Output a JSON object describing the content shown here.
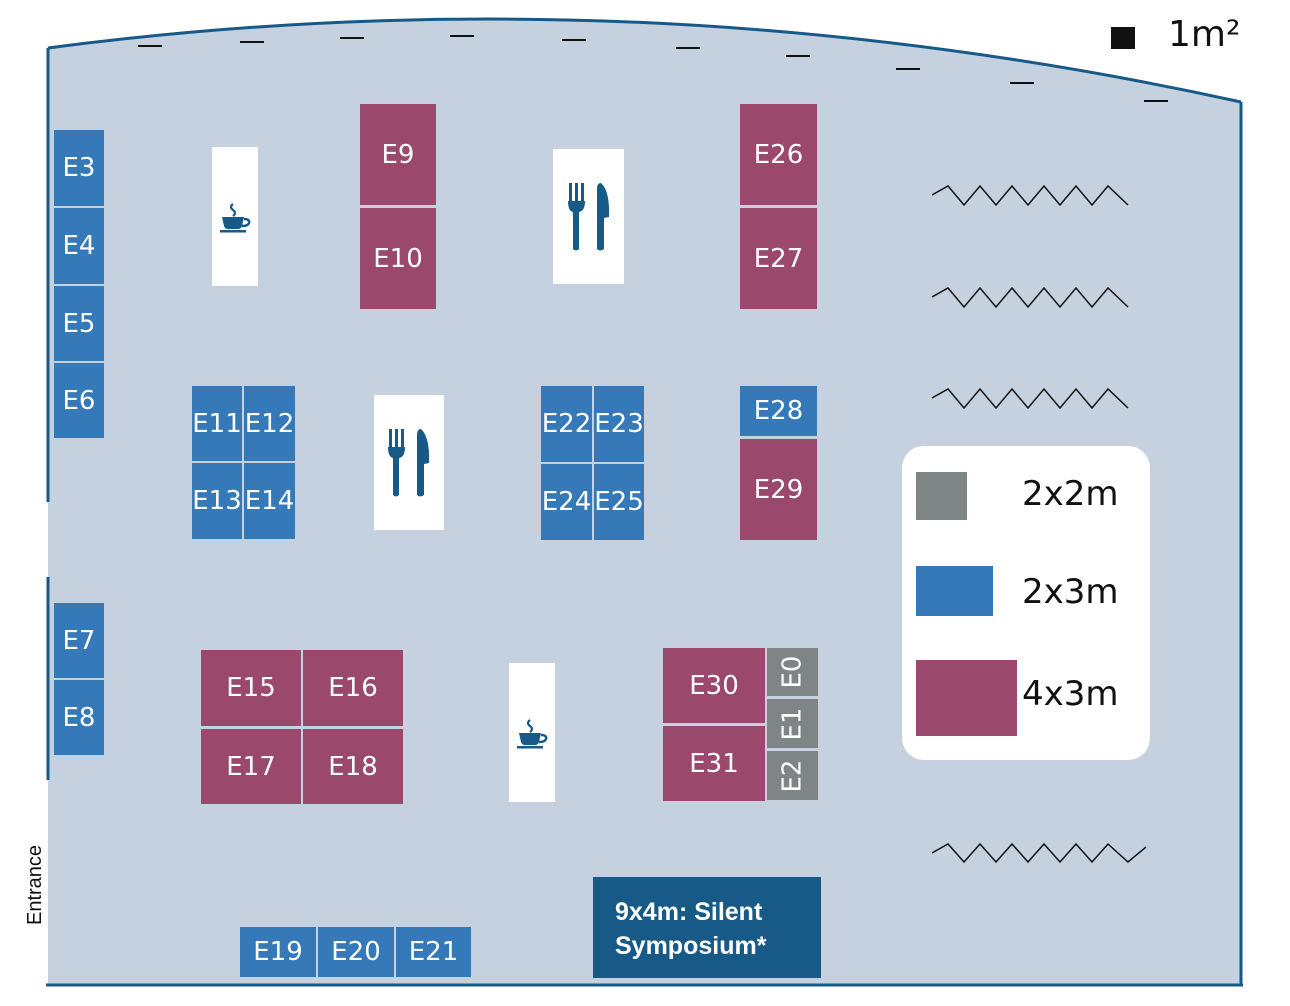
{
  "scale": {
    "label": "1m²"
  },
  "entrance_label": "Entrance",
  "legend": {
    "items": [
      {
        "label": "2x2m",
        "color": "#7f8584"
      },
      {
        "label": "2x3m",
        "color": "#3679b8"
      },
      {
        "label": "4x3m",
        "color": "#9a486c"
      }
    ]
  },
  "symposium": {
    "line1": "9x4m: Silent",
    "line2": "Symposium*",
    "color": "#175a88"
  },
  "booths": {
    "E0": "E0",
    "E1": "E1",
    "E2": "E2",
    "E3": "E3",
    "E4": "E4",
    "E5": "E5",
    "E6": "E6",
    "E7": "E7",
    "E8": "E8",
    "E9": "E9",
    "E10": "E10",
    "E11": "E11",
    "E12": "E12",
    "E13": "E13",
    "E14": "E14",
    "E15": "E15",
    "E16": "E16",
    "E17": "E17",
    "E18": "E18",
    "E19": "E19",
    "E20": "E20",
    "E21": "E21",
    "E22": "E22",
    "E23": "E23",
    "E24": "E24",
    "E25": "E25",
    "E26": "E26",
    "E27": "E27",
    "E28": "E28",
    "E29": "E29",
    "E30": "E30",
    "E31": "E31"
  },
  "stations": [
    {
      "type": "coffee",
      "icon": "coffee-cup-icon"
    },
    {
      "type": "food",
      "icon": "fork-knife-icon"
    },
    {
      "type": "food",
      "icon": "fork-knife-icon"
    },
    {
      "type": "coffee",
      "icon": "coffee-cup-icon"
    }
  ],
  "colors": {
    "floor": "#c5d1df",
    "outline": "#175a88",
    "icon": "#175a88"
  }
}
